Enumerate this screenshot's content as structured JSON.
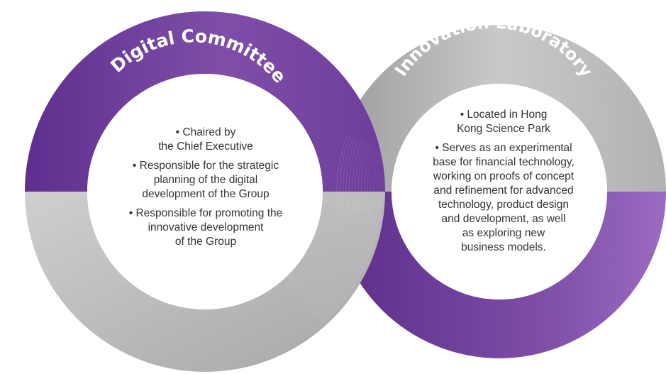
{
  "diagram": {
    "left_ring": {
      "title": "Digital Committee",
      "points": [
        {
          "lines": [
            "• Chaired by",
            "the Chief Executive"
          ]
        },
        {
          "lines": [
            "• Responsible for the strategic",
            "planning of the digital",
            "development of the Group"
          ]
        },
        {
          "lines": [
            "• Responsible for promoting the",
            "innovative development",
            "of the Group"
          ]
        }
      ]
    },
    "right_ring": {
      "title": "Innovation Laboratory",
      "points": [
        {
          "lines": [
            "• Located in Hong",
            "Kong Science Park"
          ]
        },
        {
          "lines": [
            "• Serves as an experimental",
            "base for financial technology,",
            "working on proofs of concept",
            "and refinement for advanced",
            "technology, product design",
            "and development, as well",
            "as exploring new",
            "business models."
          ]
        }
      ]
    },
    "colors": {
      "purple": "#7b4ba3",
      "purple_light": "#9b6cc2",
      "purple_dark": "#5e2f8e",
      "grey": "#b8b8b9",
      "grey_dark": "#8c8c8e",
      "text": "#333333"
    }
  }
}
